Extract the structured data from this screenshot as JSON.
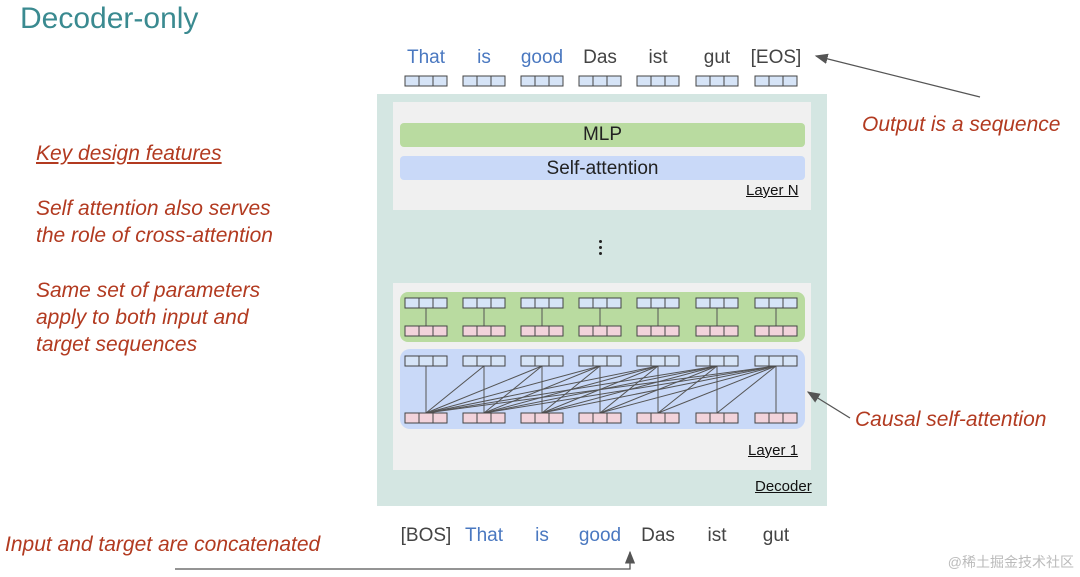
{
  "title": "Decoder-only",
  "features": {
    "heading": "Key design features",
    "item1": [
      "Self attention also serves",
      "the role of cross-attention"
    ],
    "item2": [
      "Same set of parameters",
      "apply to both input and",
      "target sequences"
    ]
  },
  "annotations": {
    "output": "Output is a sequence",
    "causal": "Causal self-attention",
    "input": "Input and target are concatenated"
  },
  "output_tokens": [
    {
      "text": "That",
      "color": "#4a78c0"
    },
    {
      "text": "is",
      "color": "#4a78c0"
    },
    {
      "text": "good",
      "color": "#4a78c0"
    },
    {
      "text": "Das",
      "color": "#444444"
    },
    {
      "text": "ist",
      "color": "#444444"
    },
    {
      "text": "gut",
      "color": "#444444"
    },
    {
      "text": "[EOS]",
      "color": "#444444"
    }
  ],
  "input_tokens": [
    {
      "text": "[BOS]",
      "color": "#444444"
    },
    {
      "text": "That",
      "color": "#4a78c0"
    },
    {
      "text": "is",
      "color": "#4a78c0"
    },
    {
      "text": "good",
      "color": "#4a78c0"
    },
    {
      "text": "Das",
      "color": "#444444"
    },
    {
      "text": "ist",
      "color": "#444444"
    },
    {
      "text": "gut",
      "color": "#444444"
    }
  ],
  "decoder": {
    "label": "Decoder",
    "layer_n": {
      "label": "Layer N",
      "mlp": "MLP",
      "attn": "Self-attention"
    },
    "layer_1": {
      "label": "Layer 1"
    }
  },
  "colors": {
    "decoder_bg": "#d4e6e2",
    "layer_bg": "#f0f0f0",
    "mlp": "#b9dba0",
    "attn": "#c9d9f8",
    "vec_blue": "#d6e4f7",
    "vec_pink": "#f2d3db",
    "annotation": "#b23a20",
    "title": "#3a8a90"
  },
  "watermark": "@稀土掘金技术社区"
}
